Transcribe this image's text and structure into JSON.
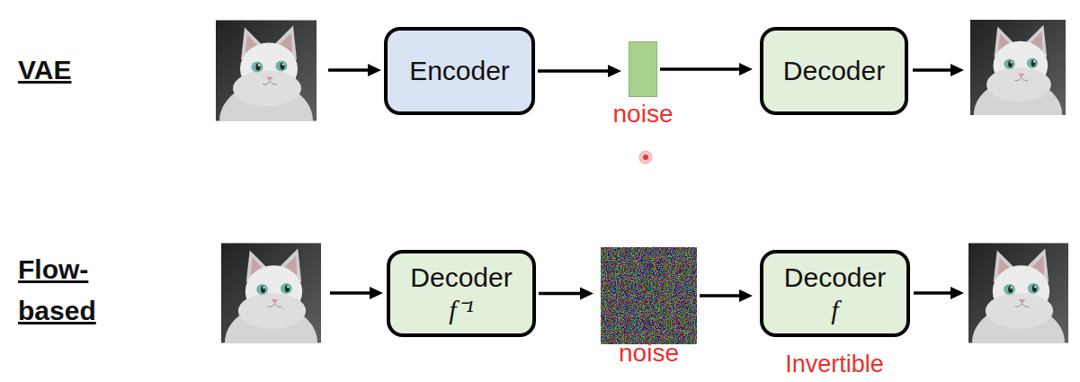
{
  "diagram": {
    "nodes": [
      {
        "text": [
          "Encoder"
        ]
      },
      {
        "text": [
          "noise"
        ]
      },
      {
        "text": [
          "Decoder"
        ]
      },
      {
        "text": [
          "Decoder",
          "f⁻¹"
        ]
      },
      {
        "text": [
          "noise"
        ]
      },
      {
        "text": [
          "Decoder",
          "f"
        ]
      }
    ],
    "edges": [
      {
        "from": 0,
        "to": 1,
        "arrow": "to"
      },
      {
        "from": 1,
        "to": 2,
        "arrow": "to"
      },
      {
        "from": 3,
        "to": 4,
        "arrow": "to"
      },
      {
        "from": 4,
        "to": 5,
        "arrow": "to"
      }
    ],
    "labels": [
      "VAE",
      "Flow- based",
      "Invertible"
    ]
  }
}
